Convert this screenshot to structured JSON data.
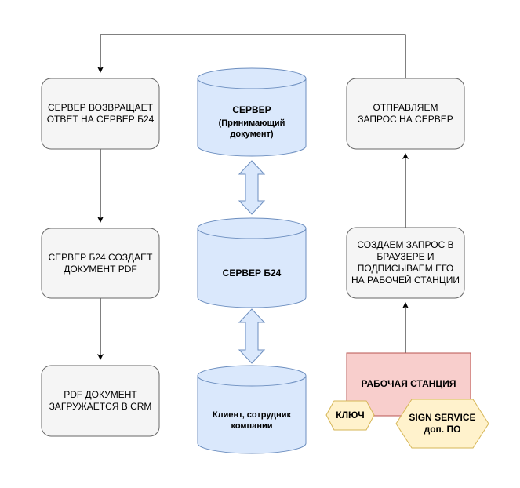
{
  "left_column": {
    "box1": "СЕРВЕР ВОЗВРАЩАЕТ ОТВЕТ НА СЕРВЕР Б24",
    "box2": "СЕРВЕР Б24 СОЗДАЕТ ДОКУМЕНТ PDF",
    "box3": "PDF ДОКУМЕНТ ЗАГРУЖАЕТСЯ В CRM"
  },
  "center_column": {
    "db1_title": "СЕРВЕР",
    "db1_subtitle": "(Принимающий документ)",
    "db2": "СЕРВЕР Б24",
    "db3": "Клиент, сотрудник компании"
  },
  "right_column": {
    "box1": "ОТПРАВЛЯЕМ ЗАПРОС НА СЕРВЕР",
    "box2": "СОЗДАЕМ ЗАПРОС В БРАУЗЕРЕ И ПОДПИСЫВАЕМ ЕГО НА РАБОЧЕЙ СТАНЦИИ",
    "workstation": "РАБОЧАЯ СТАНЦИЯ",
    "key": "КЛЮЧ",
    "sign_service": "SIGN SERVICE доп. ПО"
  },
  "colors": {
    "box_fill": "#f5f5f5",
    "box_stroke": "#666666",
    "db_fill": "#dae8fc",
    "db_stroke": "#6c8ebf",
    "workstation_fill": "#f8cecc",
    "workstation_stroke": "#b85450",
    "hex_fill": "#fff2cc",
    "hex_stroke": "#d6b656"
  }
}
